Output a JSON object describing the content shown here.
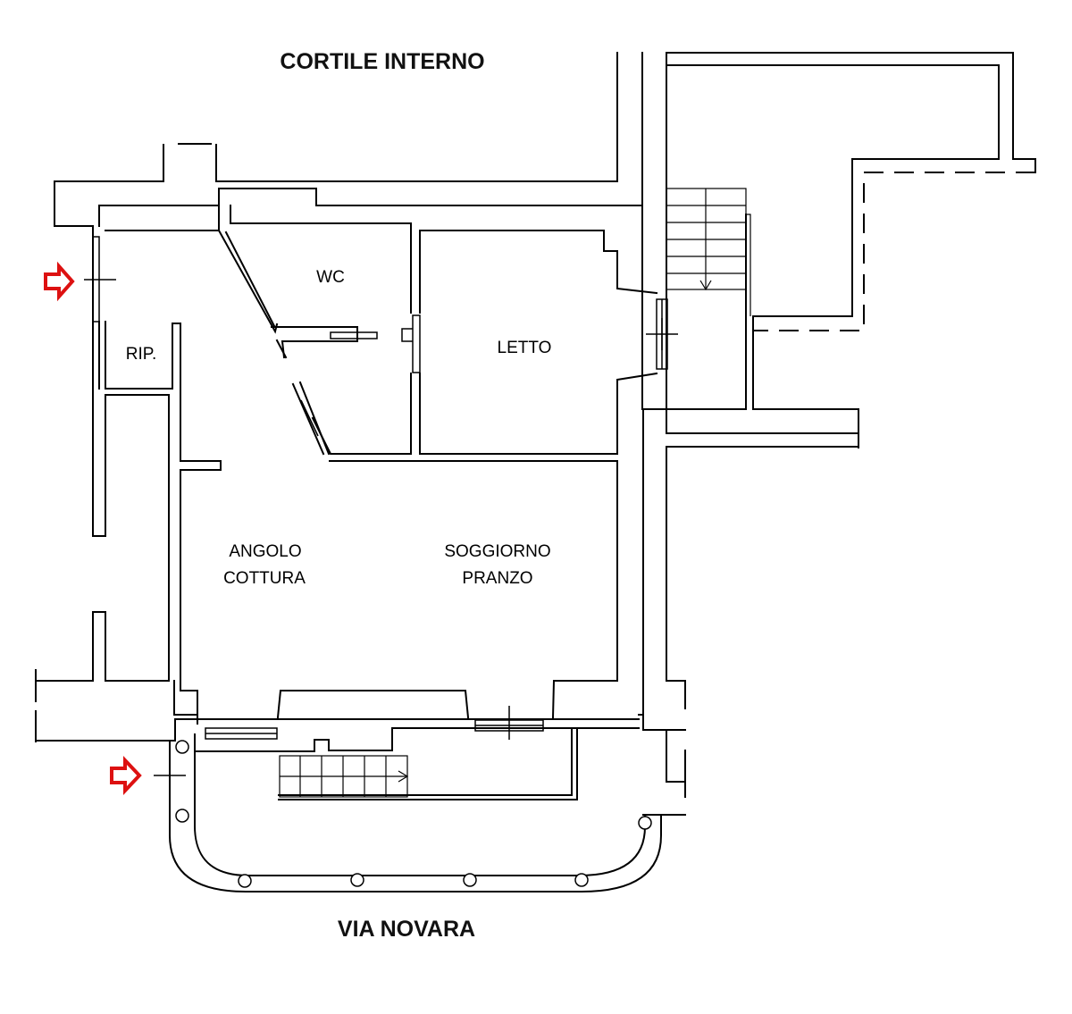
{
  "streets": {
    "top": "CORTILE INTERNO",
    "bottom": "VIA NOVARA"
  },
  "rooms": {
    "wc": "WC",
    "letto": "LETTO",
    "rip": "RIP.",
    "angolo_cottura": [
      "ANGOLO",
      "COTTURA"
    ],
    "soggiorno_pranzo": [
      "SOGGIORNO",
      "PRANZO"
    ]
  },
  "colors": {
    "walls": "#000000",
    "entrance_arrow": "#dd1111",
    "background": "#ffffff"
  },
  "icons": {
    "entrance": "right-arrow-icon"
  }
}
